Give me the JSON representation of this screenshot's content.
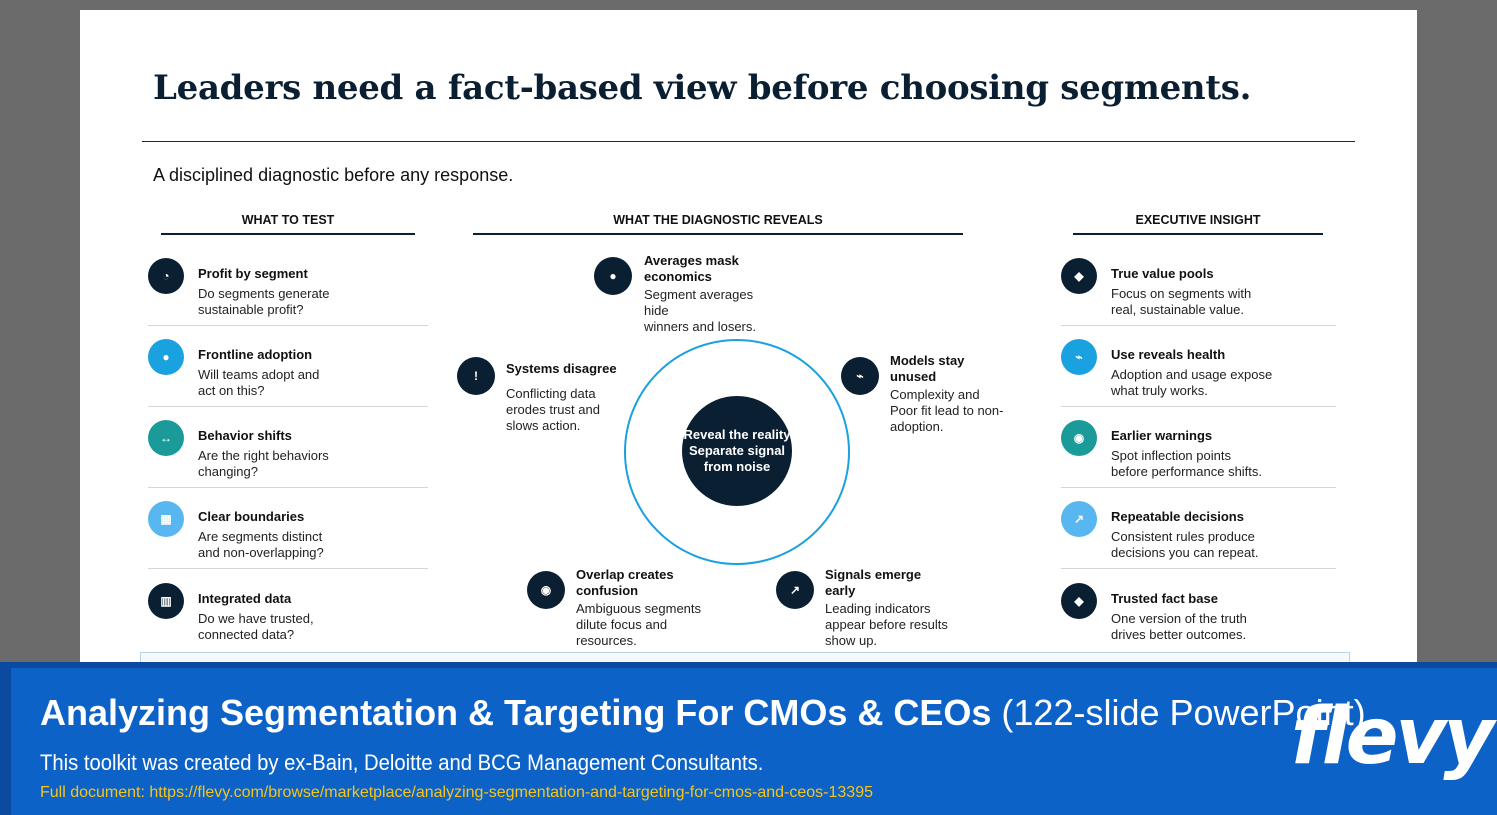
{
  "slide": {
    "title": "Leaders need a fact-based view before choosing segments.",
    "subtitle": "A disciplined diagnostic before any response.",
    "columns": {
      "left": "WHAT TO TEST",
      "middle": "WHAT THE DIAGNOSTIC REVEALS",
      "right": "EXECUTIVE INSIGHT"
    },
    "test_items": [
      {
        "title": "Profit by segment",
        "desc": "Do segments generate\nsustainable profit?",
        "icon": "pie-chart-icon",
        "glyph": "◔",
        "color": "#0b1f33"
      },
      {
        "title": "Frontline adoption",
        "desc": "Will teams adopt and\nact on this?",
        "icon": "user-icon",
        "glyph": "●",
        "color": "#1aa1e0"
      },
      {
        "title": "Behavior shifts",
        "desc": "Are the right behaviors\nchanging?",
        "icon": "arrows-icon",
        "glyph": "↔",
        "color": "#1b9a9a"
      },
      {
        "title": "Clear boundaries",
        "desc": "Are segments distinct\nand non-overlapping?",
        "icon": "square-icon",
        "glyph": "▦",
        "color": "#58b7f0"
      },
      {
        "title": "Integrated data",
        "desc": "Do we have trusted,\nconnected data?",
        "icon": "database-icon",
        "glyph": "▥",
        "color": "#0b1f33"
      }
    ],
    "diagnostic": {
      "center_line1": "Reveal the reality",
      "center_line2": "Separate signal from noise",
      "items": [
        {
          "title": "Averages mask\neconomics",
          "desc": "Segment averages\nhide\nwinners and losers.",
          "icon": "dot-icon",
          "glyph": "●"
        },
        {
          "title": "Systems disagree",
          "desc": "Conflicting data\nerodes trust and\nslows action.",
          "icon": "alert-icon",
          "glyph": "!"
        },
        {
          "title": "Models stay\nunused",
          "desc": "Complexity and\nPoor fit lead to non-\nadoption.",
          "icon": "broken-link-icon",
          "glyph": "⌁"
        },
        {
          "title": "Overlap creates\nconfusion",
          "desc": "Ambiguous segments\ndilute focus and\nresources.",
          "icon": "target-icon",
          "glyph": "◉"
        },
        {
          "title": "Signals emerge\nearly",
          "desc": "Leading indicators\nappear before results\nshow up.",
          "icon": "trend-up-icon",
          "glyph": "↗"
        }
      ]
    },
    "insight_items": [
      {
        "title": "True value pools",
        "desc": "Focus on segments with\nreal, sustainable value.",
        "icon": "diamond-icon",
        "glyph": "◆",
        "color": "#0b1f33"
      },
      {
        "title": "Use reveals health",
        "desc": "Adoption and usage expose\nwhat truly works.",
        "icon": "pulse-icon",
        "glyph": "⌁",
        "color": "#1aa1e0"
      },
      {
        "title": "Earlier warnings",
        "desc": "Spot inflection points\nbefore performance shifts.",
        "icon": "warning-icon",
        "glyph": "◉",
        "color": "#1b9a9a"
      },
      {
        "title": "Repeatable decisions",
        "desc": "Consistent rules produce\ndecisions you can repeat.",
        "icon": "arrow-icon",
        "glyph": "↗",
        "color": "#58b7f0"
      },
      {
        "title": "Trusted fact base",
        "desc": "One version of the truth\ndrives better outcomes.",
        "icon": "diamond-icon",
        "glyph": "◆",
        "color": "#0b1f33"
      }
    ]
  },
  "banner": {
    "title_bold": "Analyzing Segmentation & Targeting For CMOs & CEOs",
    "title_light": " (122-slide PowerPoint)",
    "subtitle": "This toolkit was created by ex-Bain, Deloitte and BCG Management Consultants.",
    "url": "Full document: https://flevy.com/browse/marketplace/analyzing-segmentation-and-targeting-for-cmos-and-ceos-13395",
    "logo": "flevy"
  }
}
